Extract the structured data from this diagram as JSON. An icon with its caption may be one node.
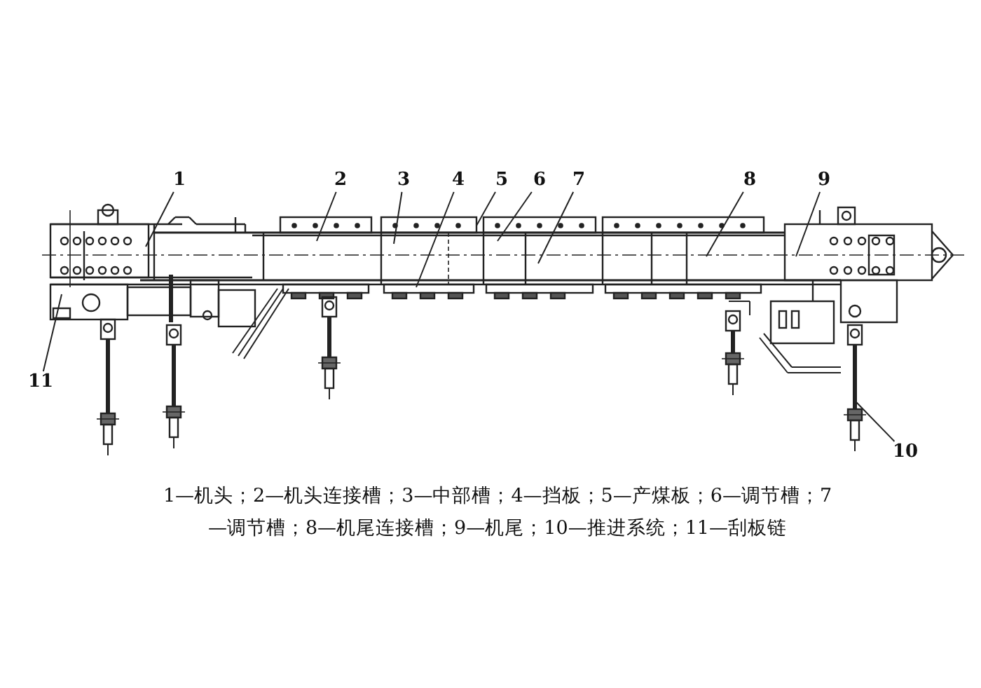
{
  "diagram": {
    "caption": "1—机头；2—机头连接槽；3—中部槽；4—挡板；5—产煤板；6—调节槽；7—调节槽；8—机尾连接槽；9—机尾；10—推进系统；11—刮板链",
    "nodes": [
      {
        "text": [
          "1"
        ]
      },
      {
        "text": [
          "2"
        ]
      },
      {
        "text": [
          "3"
        ]
      },
      {
        "text": [
          "4"
        ]
      },
      {
        "text": [
          "5"
        ]
      },
      {
        "text": [
          "6"
        ]
      },
      {
        "text": [
          "7"
        ]
      },
      {
        "text": [
          "8"
        ]
      },
      {
        "text": [
          "9"
        ]
      },
      {
        "text": [
          "10"
        ]
      },
      {
        "text": [
          "11"
        ]
      }
    ],
    "edges": [
      {
        "from": 0,
        "to": null,
        "arrow": "none"
      },
      {
        "from": 1,
        "to": null,
        "arrow": "none"
      },
      {
        "from": 2,
        "to": null,
        "arrow": "none"
      },
      {
        "from": 3,
        "to": null,
        "arrow": "none"
      },
      {
        "from": 4,
        "to": null,
        "arrow": "none"
      },
      {
        "from": 5,
        "to": null,
        "arrow": "none"
      },
      {
        "from": 6,
        "to": null,
        "arrow": "none"
      },
      {
        "from": 7,
        "to": null,
        "arrow": "none"
      },
      {
        "from": 8,
        "to": null,
        "arrow": "none"
      },
      {
        "from": 9,
        "to": null,
        "arrow": "none"
      },
      {
        "from": 10,
        "to": null,
        "arrow": "none"
      }
    ]
  }
}
